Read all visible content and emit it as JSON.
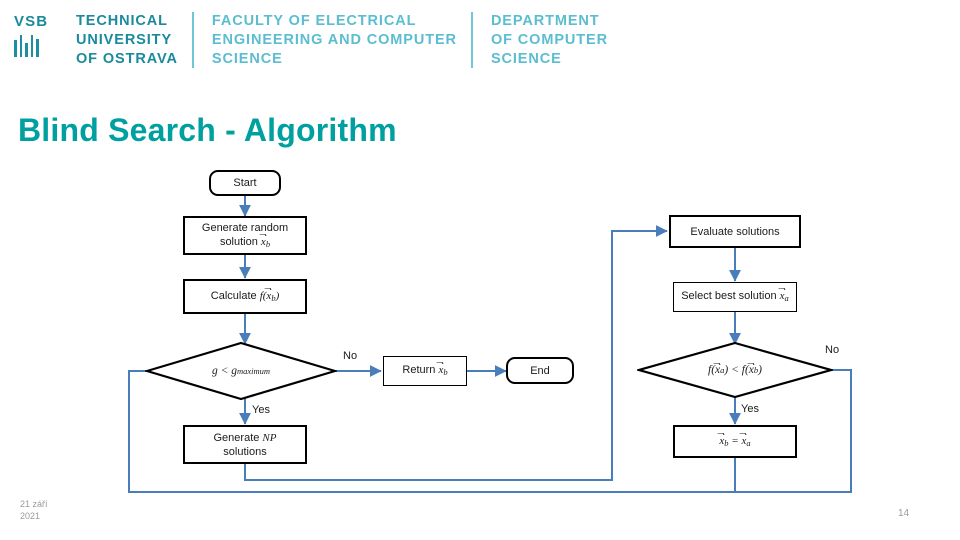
{
  "header": {
    "brand": {
      "word1": "VSB",
      "word2": "TECHNICAL",
      "word3": "UNIVERSITY",
      "word4": "OF OSTRAVA",
      "mark": "vsb-bars-logo"
    },
    "faculty": {
      "line1": "FACULTY OF ELECTRICAL",
      "line2": "ENGINEERING AND COMPUTER",
      "line3": "SCIENCE"
    },
    "department": {
      "line1": "DEPARTMENT",
      "line2": "OF COMPUTER",
      "line3": "SCIENCE"
    }
  },
  "slide": {
    "title": "Blind Search - Algorithm",
    "title_color": "#00a0a0",
    "brand_color": "#1a8a9c",
    "connector_color": "#4a7ebb",
    "date_line1": "21 září",
    "date_line2": "2021",
    "page_number": "14"
  },
  "flowchart": {
    "nodes": {
      "start": {
        "label": "Start",
        "shape": "rounded-rectangle"
      },
      "generate_random": {
        "line1": "Generate random",
        "line2_prefix": "solution ",
        "line2_var": "x",
        "line2_sub": "b",
        "shape": "rectangle"
      },
      "calculate": {
        "prefix": "Calculate ",
        "fn": "f",
        "arg_var": "x",
        "arg_sub": "b",
        "shape": "rectangle"
      },
      "decision_iterations": {
        "left": "g",
        "op": " < ",
        "right_var": "g",
        "right_sub": "maximum",
        "shape": "diamond"
      },
      "return_best": {
        "prefix": "Return ",
        "var": "x",
        "sub": "b",
        "shape": "rectangle"
      },
      "end": {
        "label": "End",
        "shape": "rounded-rectangle"
      },
      "generate_np": {
        "line1_prefix": "Generate ",
        "line1_var": "NP",
        "line2": "solutions",
        "shape": "rectangle"
      },
      "evaluate": {
        "label": "Evaluate solutions",
        "shape": "rectangle"
      },
      "select_best": {
        "prefix": "Select best solution ",
        "var": "x",
        "sub": "a",
        "shape": "rectangle"
      },
      "decision_compare": {
        "fn1": "f",
        "v1": "x",
        "s1": "a",
        "op": " < ",
        "fn2": "f",
        "v2": "x",
        "s2": "b",
        "shape": "diamond"
      },
      "assign_best": {
        "lhs_var": "x",
        "lhs_sub": "b",
        "op": " = ",
        "rhs_var": "x",
        "rhs_sub": "a",
        "shape": "rectangle"
      }
    },
    "edge_labels": {
      "no_left": "No",
      "yes_left": "Yes",
      "no_right": "No",
      "yes_right": "Yes"
    }
  }
}
